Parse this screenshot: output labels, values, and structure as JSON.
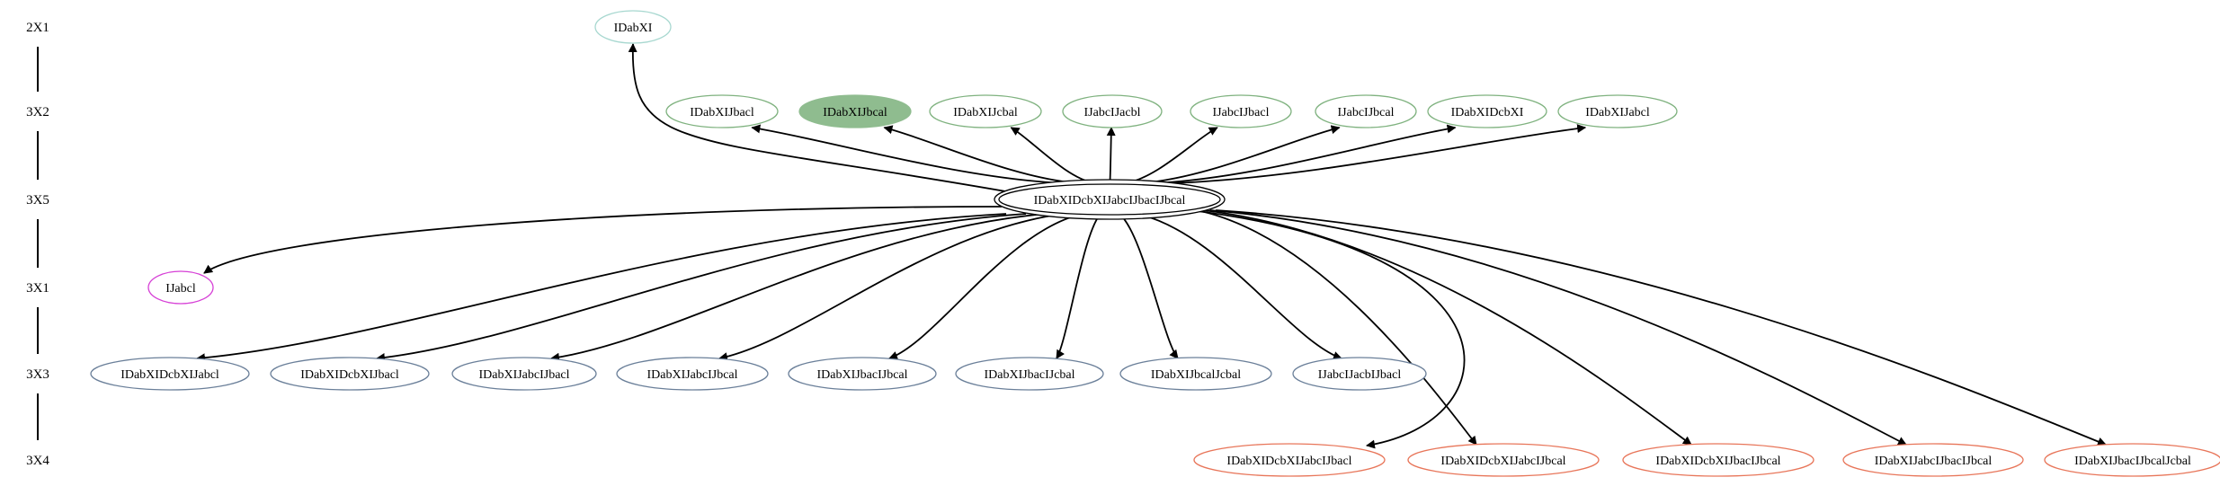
{
  "ranks": [
    "2X1",
    "3X2",
    "3X5",
    "3X1",
    "3X3",
    "3X4"
  ],
  "colors": {
    "edge": "#000000",
    "rank_2X1": "#a8d8d0",
    "rank_3X2": "#7fb27f",
    "rank_3X2_filled": "#8fbc8f",
    "rank_3X5": "#000000",
    "rank_3X1": "#d63fd6",
    "rank_3X3": "#6a7f99",
    "rank_3X4": "#e8765a"
  },
  "center": {
    "label": "IDabXIDcbXIJabcIJbacIJbcal",
    "rank": "3X5",
    "double": true
  },
  "nodes": [
    {
      "id": "n1",
      "label": "IDabXI",
      "rank": "2X1",
      "color": "#a8d8d0"
    },
    {
      "id": "n2",
      "label": "IDabXIJbacl",
      "rank": "3X2",
      "color": "#7fb27f"
    },
    {
      "id": "n3",
      "label": "IDabXIJbcal",
      "rank": "3X2",
      "color": "#8fbc8f",
      "filled": true
    },
    {
      "id": "n4",
      "label": "IDabXIJcbal",
      "rank": "3X2",
      "color": "#7fb27f"
    },
    {
      "id": "n5",
      "label": "IJabcIJacbl",
      "rank": "3X2",
      "color": "#7fb27f"
    },
    {
      "id": "n6",
      "label": "IJabcIJbacl",
      "rank": "3X2",
      "color": "#7fb27f"
    },
    {
      "id": "n7",
      "label": "IJabcIJbcal",
      "rank": "3X2",
      "color": "#7fb27f"
    },
    {
      "id": "n8",
      "label": "IDabXIDcbXI",
      "rank": "3X2",
      "color": "#7fb27f"
    },
    {
      "id": "n9",
      "label": "IDabXIJabcl",
      "rank": "3X2",
      "color": "#7fb27f"
    },
    {
      "id": "n10",
      "label": "IJabcl",
      "rank": "3X1",
      "color": "#d63fd6"
    },
    {
      "id": "n11",
      "label": "IDabXIDcbXIJabcl",
      "rank": "3X3",
      "color": "#6a7f99"
    },
    {
      "id": "n12",
      "label": "IDabXIDcbXIJbacl",
      "rank": "3X3",
      "color": "#6a7f99"
    },
    {
      "id": "n13",
      "label": "IDabXIJabcIJbacl",
      "rank": "3X3",
      "color": "#6a7f99"
    },
    {
      "id": "n14",
      "label": "IDabXIJabcIJbcal",
      "rank": "3X3",
      "color": "#6a7f99"
    },
    {
      "id": "n15",
      "label": "IDabXIJbacIJbcal",
      "rank": "3X3",
      "color": "#6a7f99"
    },
    {
      "id": "n16",
      "label": "IDabXIJbacIJcbal",
      "rank": "3X3",
      "color": "#6a7f99"
    },
    {
      "id": "n17",
      "label": "IDabXIJbcalJcbal",
      "rank": "3X3",
      "color": "#6a7f99"
    },
    {
      "id": "n18",
      "label": "IJabcIJacbIJbacl",
      "rank": "3X3",
      "color": "#6a7f99"
    },
    {
      "id": "n19",
      "label": "IDabXIDcbXIJabcIJbacl",
      "rank": "3X4",
      "color": "#e8765a"
    },
    {
      "id": "n20",
      "label": "IDabXIDcbXIJabcIJbcal",
      "rank": "3X4",
      "color": "#e8765a"
    },
    {
      "id": "n21",
      "label": "IDabXIDcbXIJbacIJbcal",
      "rank": "3X4",
      "color": "#e8765a"
    },
    {
      "id": "n22",
      "label": "IDabXIJabcIJbacIJbcal",
      "rank": "3X4",
      "color": "#e8765a"
    },
    {
      "id": "n23",
      "label": "IDabXIJbacIJbcalJcbal",
      "rank": "3X4",
      "color": "#e8765a"
    }
  ],
  "edges": [
    {
      "from": "center",
      "to": "n1"
    },
    {
      "from": "center",
      "to": "n2"
    },
    {
      "from": "center",
      "to": "n3"
    },
    {
      "from": "center",
      "to": "n4"
    },
    {
      "from": "center",
      "to": "n5"
    },
    {
      "from": "center",
      "to": "n6"
    },
    {
      "from": "center",
      "to": "n7"
    },
    {
      "from": "center",
      "to": "n8"
    },
    {
      "from": "center",
      "to": "n9"
    },
    {
      "from": "center",
      "to": "n10"
    },
    {
      "from": "center",
      "to": "n11"
    },
    {
      "from": "center",
      "to": "n12"
    },
    {
      "from": "center",
      "to": "n13"
    },
    {
      "from": "center",
      "to": "n14"
    },
    {
      "from": "center",
      "to": "n15"
    },
    {
      "from": "center",
      "to": "n16"
    },
    {
      "from": "center",
      "to": "n17"
    },
    {
      "from": "center",
      "to": "n18"
    },
    {
      "from": "center",
      "to": "n19"
    },
    {
      "from": "center",
      "to": "n20"
    },
    {
      "from": "center",
      "to": "n21"
    },
    {
      "from": "center",
      "to": "n22"
    },
    {
      "from": "center",
      "to": "n23"
    }
  ]
}
